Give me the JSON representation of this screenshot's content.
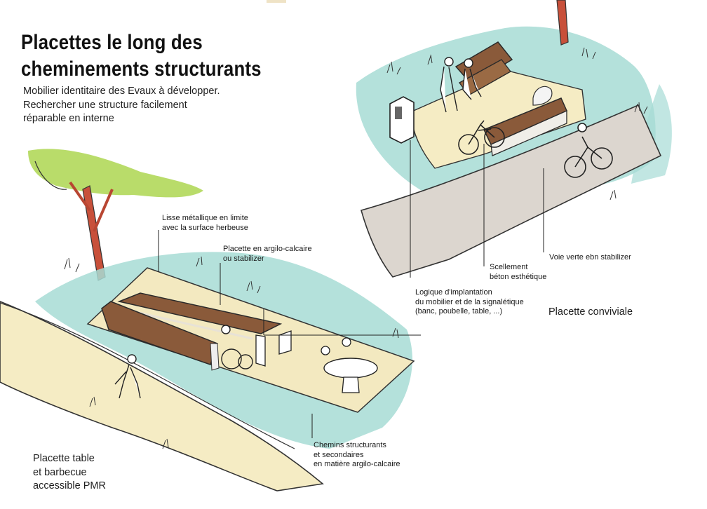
{
  "title": {
    "line1": "Placettes le long des",
    "line2": "cheminements structurants"
  },
  "subtitle": {
    "line1": "Mobilier identitaire des Evaux à développer.",
    "line2": "Rechercher une structure facilement",
    "line3": "réparable en interne"
  },
  "annotations": {
    "lisse": {
      "line1": "Lisse métallique en limite",
      "line2": "avec la surface herbeuse"
    },
    "placette_argilo": {
      "line1": "Placette en argilo-calcaire",
      "line2": "ou stabilizer"
    },
    "voie_verte": {
      "line1": "Voie verte ebn stabilizer"
    },
    "scellement": {
      "line1": "Scellement",
      "line2": "béton esthétique"
    },
    "logique": {
      "line1": "Logique d'implantation",
      "line2": "du mobilier et de la signalétique",
      "line3": "(banc, poubelle, table, ...)"
    },
    "chemins": {
      "line1": "Chemins structurants",
      "line2": "et secondaires",
      "line3": "en matière argilo-calcaire"
    }
  },
  "labels": {
    "placette_conviviale": "Placette conviviale",
    "placette_table": {
      "line1": "Placette table",
      "line2": "et barbecue",
      "line3": "accessible PMR"
    }
  },
  "colors": {
    "grass": "#a7dcd5",
    "path_sand": "#f5ecc4",
    "voie_verte": "#dcd6cf",
    "wood": "#8a5a3a",
    "tree_trunk": "#c8503a",
    "foliage": "#b9dc6a"
  }
}
